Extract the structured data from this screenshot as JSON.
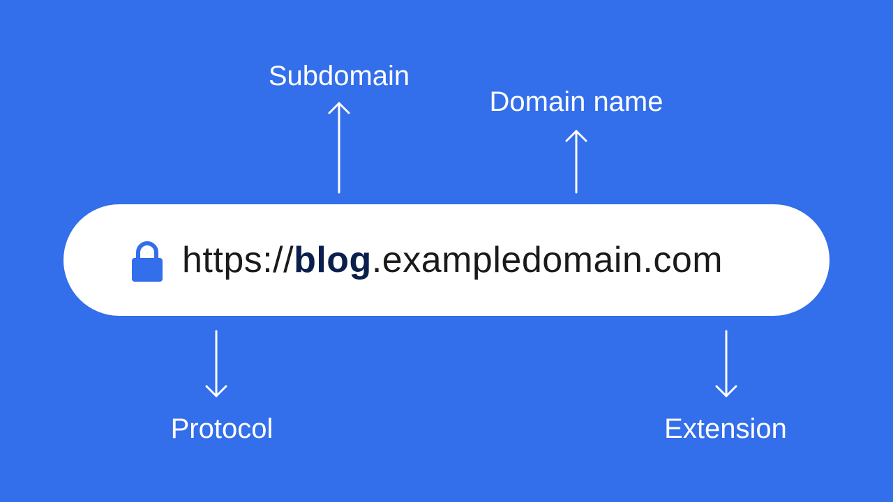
{
  "colors": {
    "background": "#336EEB",
    "url_bar": "#FFFFFF",
    "url_text": "#1A1A1A",
    "subdomain_text": "#0B1F4D",
    "lock": "#336EEB",
    "label_text": "#FFFFFF",
    "arrow": "#FFFFFF"
  },
  "url": {
    "protocol_part": "https://",
    "subdomain_part": "blog",
    "rest_part": ".exampledomain.com",
    "lock_icon": "lock-icon"
  },
  "labels": {
    "subdomain": "Subdomain",
    "domain_name": "Domain name",
    "protocol": "Protocol",
    "extension": "Extension"
  }
}
